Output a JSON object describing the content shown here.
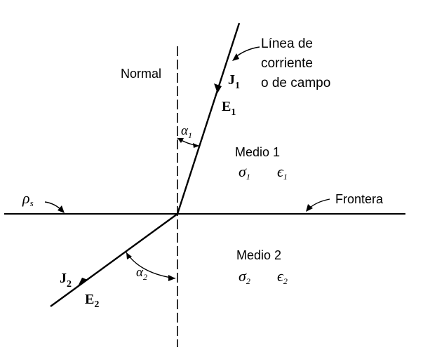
{
  "labels": {
    "streamline": [
      "Línea de",
      "corriente",
      "o de campo"
    ],
    "normal": "Normal",
    "j1": {
      "letter": "J",
      "sub": "1"
    },
    "e1": {
      "letter": "E",
      "sub": "1"
    },
    "alpha1": {
      "letter": "α",
      "sub": "1"
    },
    "medium1": "Medio 1",
    "sigma1": {
      "letter": "σ",
      "sub": "1"
    },
    "eps1": {
      "letter": "ϵ",
      "sub": "1"
    },
    "rho_s": {
      "letter": "ρ",
      "sub": "s"
    },
    "boundary": "Frontera",
    "medium2": "Medio 2",
    "j2": {
      "letter": "J",
      "sub": "2"
    },
    "e2": {
      "letter": "E",
      "sub": "2"
    },
    "alpha2": {
      "letter": "α",
      "sub": "2"
    },
    "sigma2": {
      "letter": "σ",
      "sub": "2"
    },
    "eps2": {
      "letter": "ϵ",
      "sub": "2"
    }
  }
}
